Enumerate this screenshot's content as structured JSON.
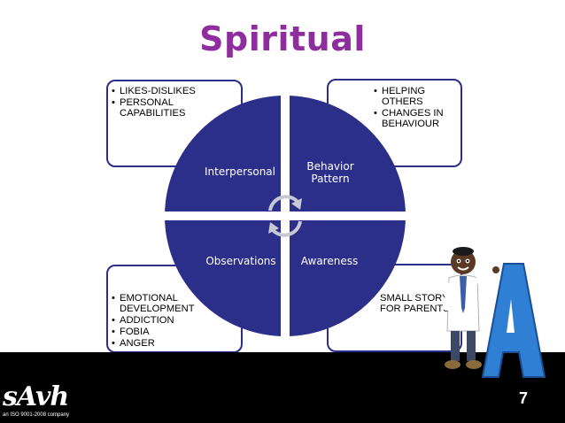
{
  "slide": {
    "title": "Spiritual",
    "page_number": "7"
  },
  "wheel": {
    "quadrants": [
      {
        "label": "Interpersonal"
      },
      {
        "label_line1": "Behavior",
        "label_line2": "Pattern"
      },
      {
        "label": "Observations"
      },
      {
        "label": "Awareness"
      }
    ],
    "colors": {
      "fill": "#2b2f8a",
      "divider": "#ffffff",
      "cycle_arrows": "#c8c8d4"
    }
  },
  "boxes": {
    "top_left": [
      "LIKES-DISLIKES",
      "PERSONAL CAPABILITIES"
    ],
    "top_right": [
      "HELPING OTHERS",
      "CHANGES IN BEHAVIOUR"
    ],
    "bottom_left": [
      "EMOTIONAL DEVELOPMENT",
      "ADDICTION",
      "FOBIA",
      "ANGER"
    ],
    "bottom_right": [
      "SMALL STORY FOR PARENTS"
    ]
  },
  "logo": {
    "text": "sAvh",
    "subtext": "an ISO 9001-2008 company"
  },
  "colors": {
    "title": "#8e2e9e",
    "box_border": "#2b2f8a",
    "bar": "#000000",
    "letter_a": "#2f7fd4"
  }
}
